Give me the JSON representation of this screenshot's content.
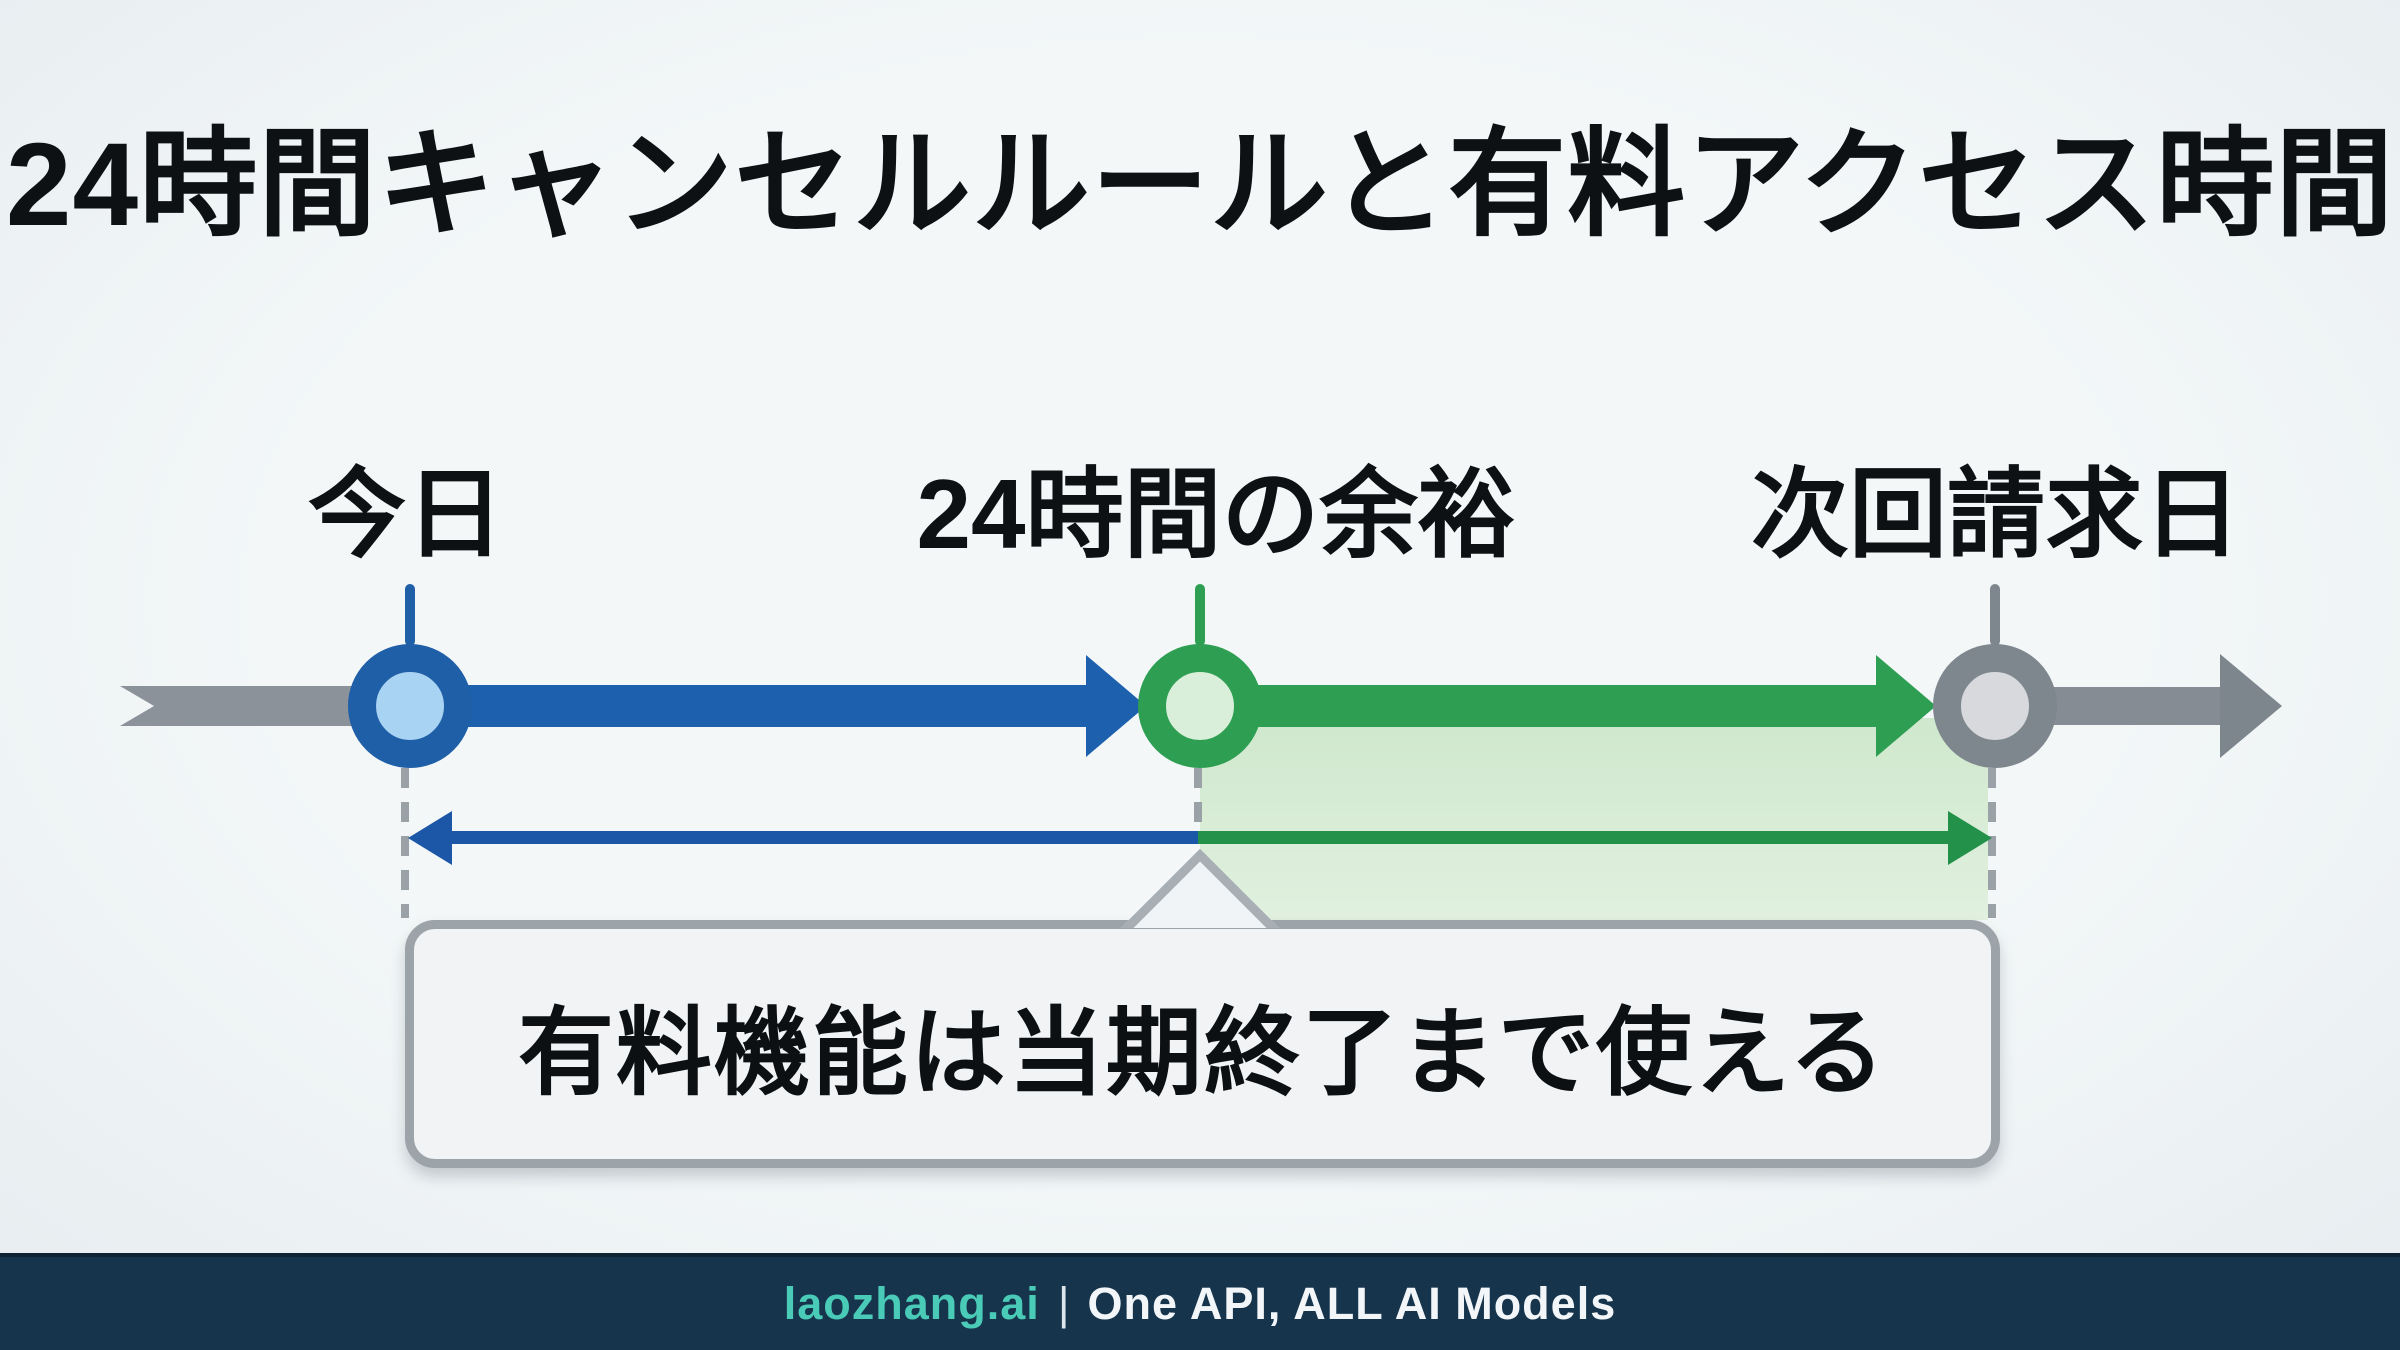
{
  "title": "24時間キャンセルルールと有料アクセス時間",
  "timeline": {
    "points": [
      {
        "id": "today",
        "label": "今日",
        "ring_color": "#1f5fa8",
        "fill_color": "#a9d3f2"
      },
      {
        "id": "grace",
        "label": "24時間の余裕",
        "ring_color": "#2d9e52",
        "fill_color": "#d9efd9"
      },
      {
        "id": "billing",
        "label": "次回請求日",
        "ring_color": "#7f878e",
        "fill_color": "#d7d9dc"
      }
    ],
    "segments": [
      {
        "id": "before-today",
        "color": "#8b929a",
        "style": "plain-ribbon"
      },
      {
        "id": "today-to-grace",
        "color": "#1d60ad",
        "style": "thick-arrow"
      },
      {
        "id": "grace-to-billing",
        "color": "#2d9e52",
        "style": "thick-arrow"
      },
      {
        "id": "after-billing",
        "color": "#7d858d",
        "style": "thick-arrow"
      }
    ],
    "measure_arrow": {
      "left_color": "#1b57a6",
      "right_color": "#23914a",
      "style": "double-headed"
    },
    "shaded_period": {
      "color": "#d6ecd4",
      "from": "grace",
      "to": "billing"
    }
  },
  "callout": {
    "text": "有料機能は当期終了まで使える",
    "bg": "#f1f3f5",
    "border_color": "#9ca4aa"
  },
  "footer": {
    "brand": "laozhang.ai",
    "separator": "|",
    "tagline": "One API, ALL AI Models",
    "brand_color": "#49cbb7",
    "bg": "#16344c"
  },
  "colors": {
    "background": "#eff4f6",
    "text": "#0e1114",
    "dashed_line": "#9aa1a7"
  }
}
